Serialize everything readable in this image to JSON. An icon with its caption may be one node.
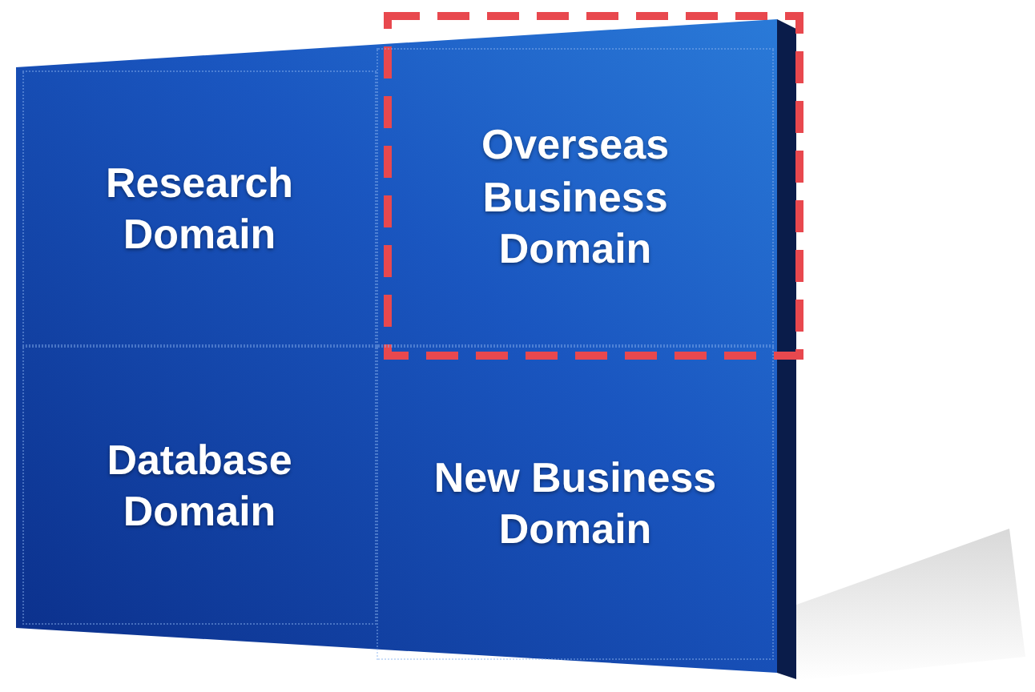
{
  "diagram": {
    "nodes": [
      {
        "text": [
          "Research Domain"
        ]
      },
      {
        "text": [
          "Overseas Business Domain"
        ]
      },
      {
        "text": [
          "Database Domain"
        ]
      },
      {
        "text": [
          "New Business Domain"
        ]
      }
    ]
  }
}
